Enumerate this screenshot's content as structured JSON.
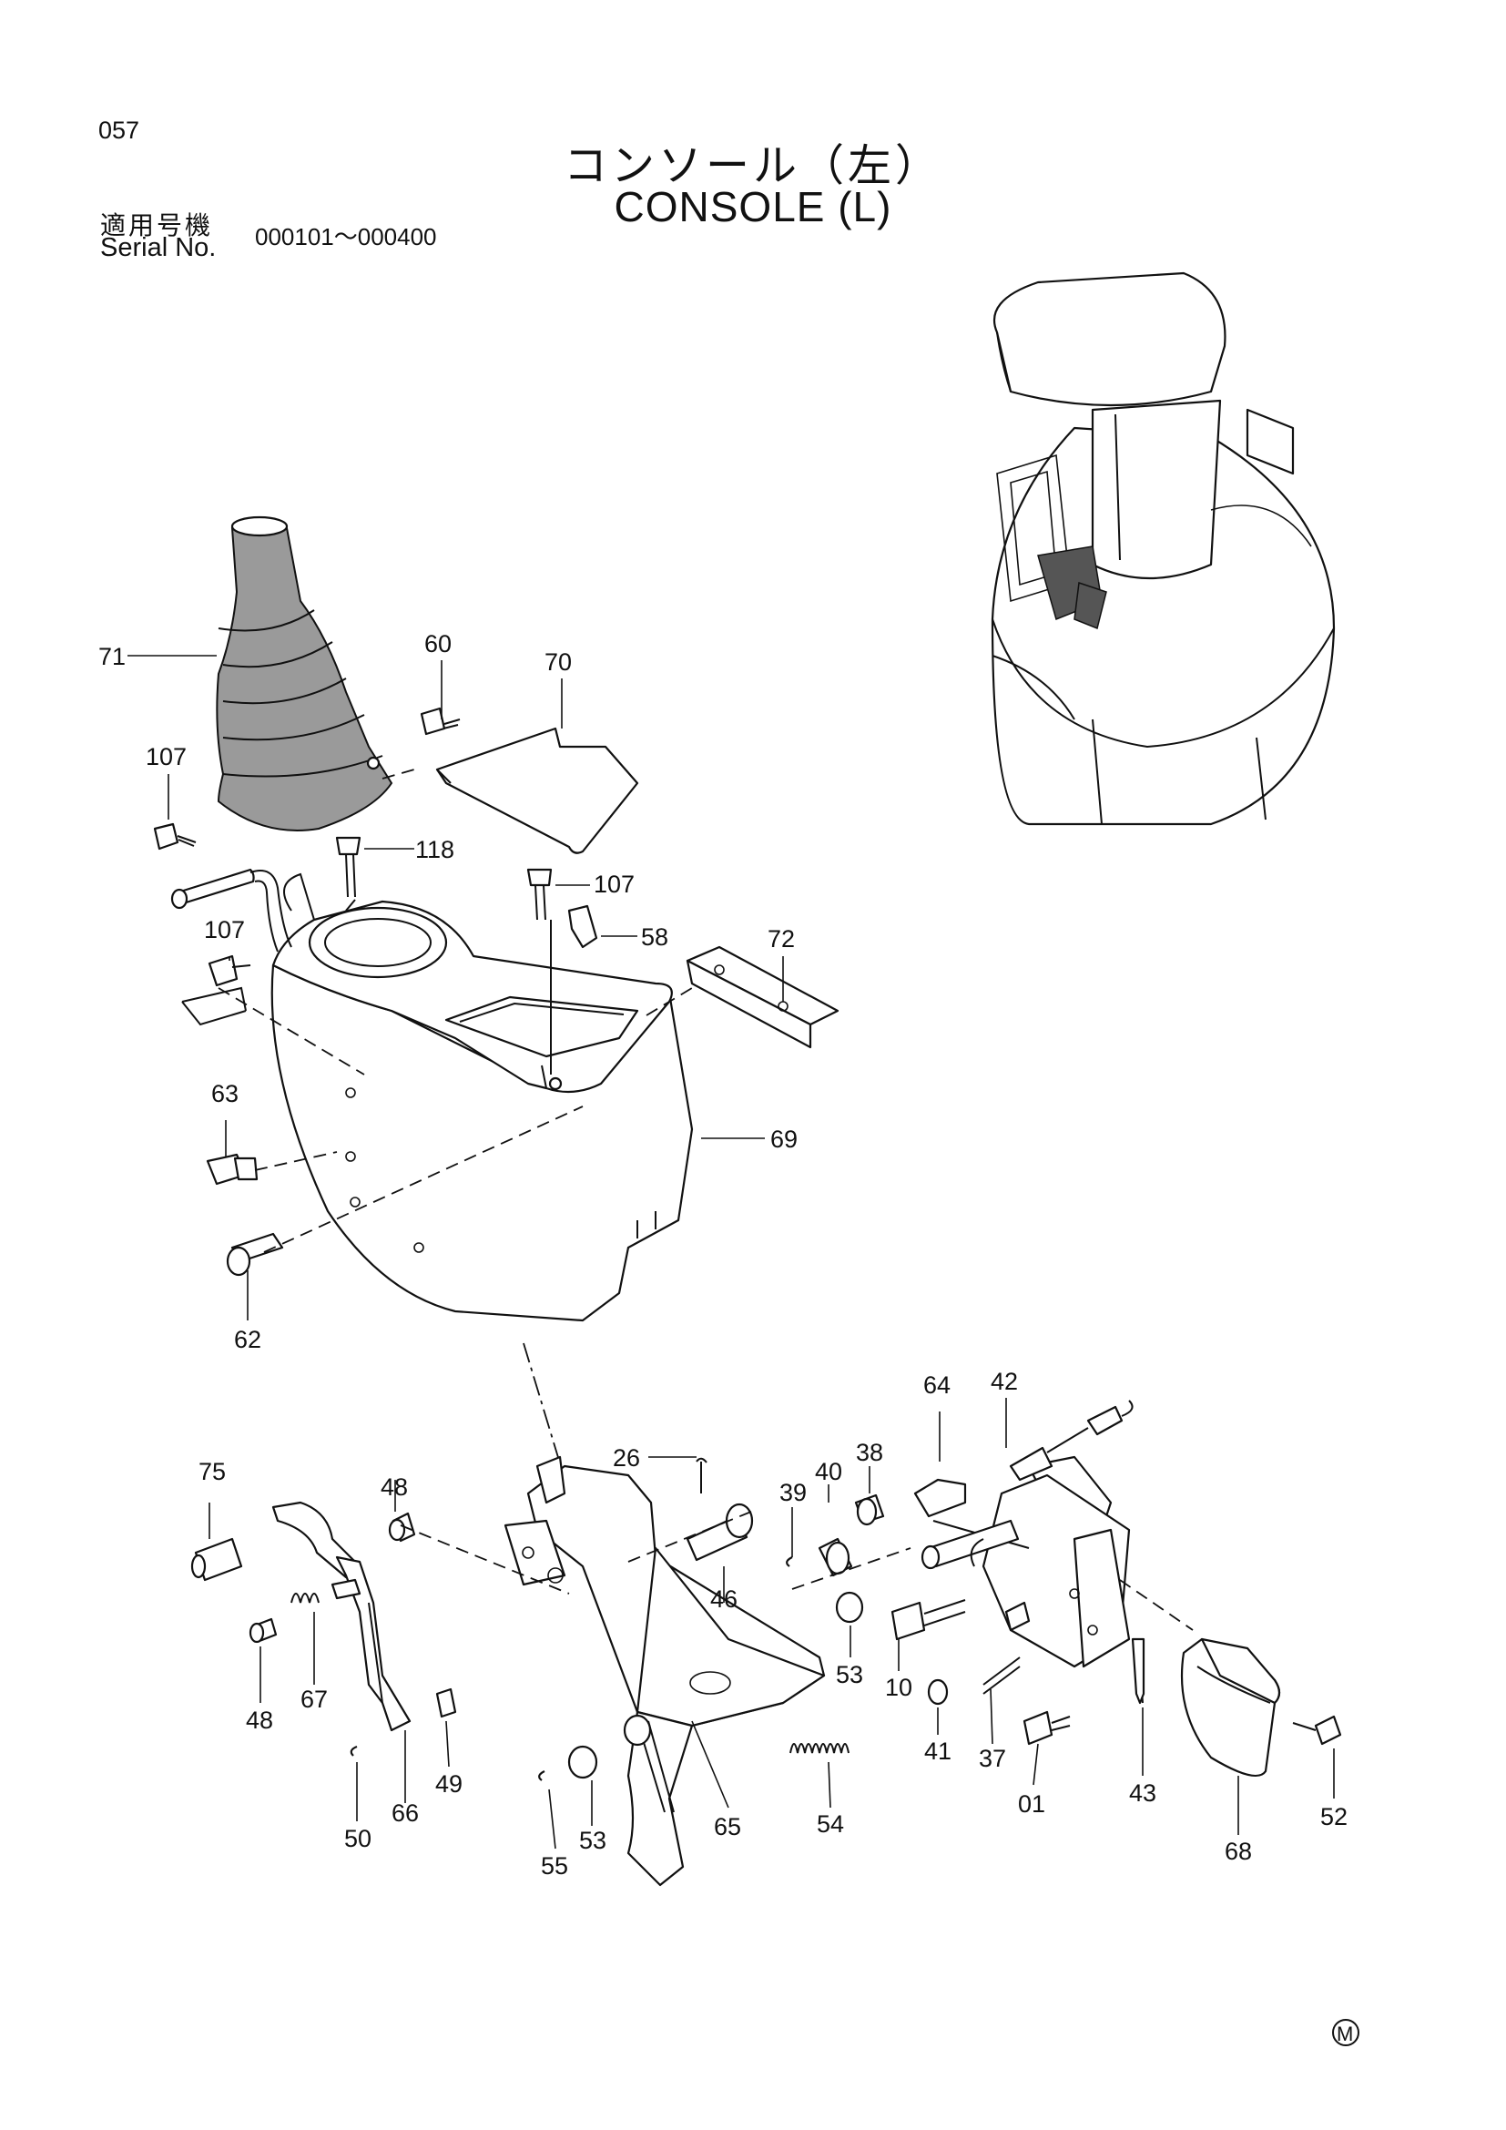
{
  "page": {
    "number": "057",
    "title_jp": "コンソール（左）",
    "title_en": "CONSOLE (L)",
    "serial_label_jp": "適用号機",
    "serial_label_en": "Serial No.",
    "serial_range": "000101～000400",
    "mark": "M"
  },
  "parts": [
    {
      "id": "p71",
      "label": "71"
    },
    {
      "id": "p60",
      "label": "60"
    },
    {
      "id": "p70",
      "label": "70"
    },
    {
      "id": "p107a",
      "label": "107"
    },
    {
      "id": "p118",
      "label": "118"
    },
    {
      "id": "p107b",
      "label": "107"
    },
    {
      "id": "p107c",
      "label": "107"
    },
    {
      "id": "p58",
      "label": "58"
    },
    {
      "id": "p72",
      "label": "72"
    },
    {
      "id": "p63",
      "label": "63"
    },
    {
      "id": "p69",
      "label": "69"
    },
    {
      "id": "p62",
      "label": "62"
    },
    {
      "id": "p64",
      "label": "64"
    },
    {
      "id": "p42",
      "label": "42"
    },
    {
      "id": "p75",
      "label": "75"
    },
    {
      "id": "p48a",
      "label": "48"
    },
    {
      "id": "p26",
      "label": "26"
    },
    {
      "id": "p39",
      "label": "39"
    },
    {
      "id": "p40",
      "label": "40"
    },
    {
      "id": "p38",
      "label": "38"
    },
    {
      "id": "p46",
      "label": "46"
    },
    {
      "id": "p48b",
      "label": "48"
    },
    {
      "id": "p67",
      "label": "67"
    },
    {
      "id": "p53a",
      "label": "53"
    },
    {
      "id": "p10",
      "label": "10"
    },
    {
      "id": "p41",
      "label": "41"
    },
    {
      "id": "p37",
      "label": "37"
    },
    {
      "id": "p43",
      "label": "43"
    },
    {
      "id": "p52",
      "label": "52"
    },
    {
      "id": "p49",
      "label": "49"
    },
    {
      "id": "p50",
      "label": "50"
    },
    {
      "id": "p66",
      "label": "66"
    },
    {
      "id": "p53b",
      "label": "53"
    },
    {
      "id": "p55",
      "label": "55"
    },
    {
      "id": "p65",
      "label": "65"
    },
    {
      "id": "p54",
      "label": "54"
    },
    {
      "id": "p01",
      "label": "01"
    },
    {
      "id": "p68",
      "label": "68"
    }
  ]
}
